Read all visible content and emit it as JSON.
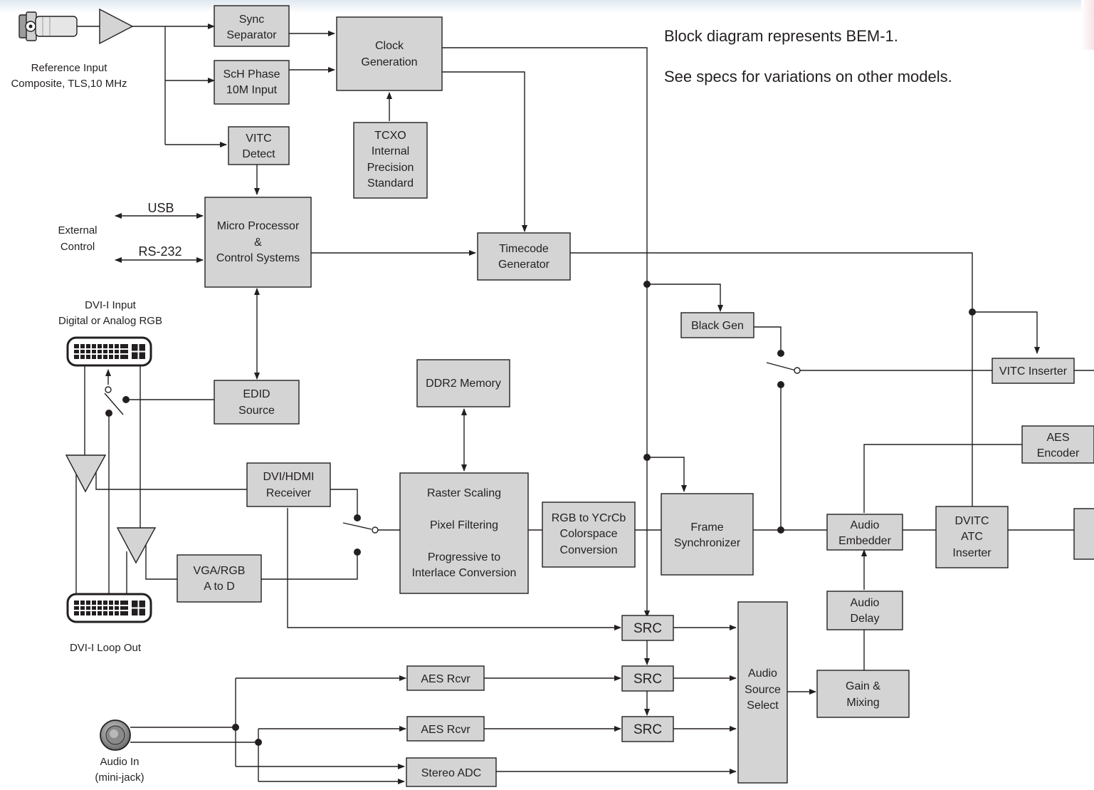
{
  "notes": [
    "Block diagram represents BEM-1.",
    "See specs for variations on other models."
  ],
  "labels": {
    "ref_input": [
      "Reference Input",
      "Composite, TLS,10 MHz"
    ],
    "external_control": [
      "External",
      "Control"
    ],
    "usb": "USB",
    "rs232": "RS-232",
    "dvi_input": [
      "DVI-I Input",
      "Digital or Analog RGB"
    ],
    "dvi_loop_out": "DVI-I Loop Out",
    "audio_in": [
      "Audio In",
      "(mini-jack)"
    ]
  },
  "blocks": {
    "sync_separator": [
      "Sync",
      "Separator"
    ],
    "sch_phase": [
      "ScH Phase",
      "10M Input"
    ],
    "clock_generation": [
      "Clock",
      "Generation"
    ],
    "vitc_detect": [
      "VITC",
      "Detect"
    ],
    "tcxo": [
      "TCXO",
      "Internal",
      "Precision",
      "Standard"
    ],
    "micro_processor": [
      "Micro Processor",
      "&",
      "Control Systems"
    ],
    "timecode_generator": [
      "Timecode",
      "Generator"
    ],
    "black_gen": [
      "Black Gen"
    ],
    "vitc_inserter": [
      "VITC Inserter"
    ],
    "edid_source": [
      "EDID",
      "Source"
    ],
    "ddr2_memory": [
      "DDR2 Memory"
    ],
    "aes_encoder": [
      "AES",
      "Encoder"
    ],
    "dvi_hdmi_receiver": [
      "DVI/HDMI",
      "Receiver"
    ],
    "raster_scaling": [
      "Raster Scaling",
      "Pixel Filtering",
      "Progressive to",
      "Interlace Conversion"
    ],
    "rgb_ycrcb": [
      "RGB to YCrCb",
      "Colorspace",
      "Conversion"
    ],
    "frame_sync": [
      "Frame",
      "Synchronizer"
    ],
    "audio_embedder": [
      "Audio",
      "Embedder"
    ],
    "dvitc_atc": [
      "DVITC",
      "ATC",
      "Inserter"
    ],
    "vga_rgb": [
      "VGA/RGB",
      "A to D"
    ],
    "audio_delay": [
      "Audio",
      "Delay"
    ],
    "src1": [
      "SRC"
    ],
    "src2": [
      "SRC"
    ],
    "src3": [
      "SRC"
    ],
    "aes_rcvr1": [
      "AES Rcvr"
    ],
    "aes_rcvr2": [
      "AES Rcvr"
    ],
    "stereo_adc": [
      "Stereo ADC"
    ],
    "audio_source_select": [
      "Audio",
      "Source",
      "Select"
    ],
    "gain_mixing": [
      "Gain &",
      "Mixing"
    ]
  }
}
